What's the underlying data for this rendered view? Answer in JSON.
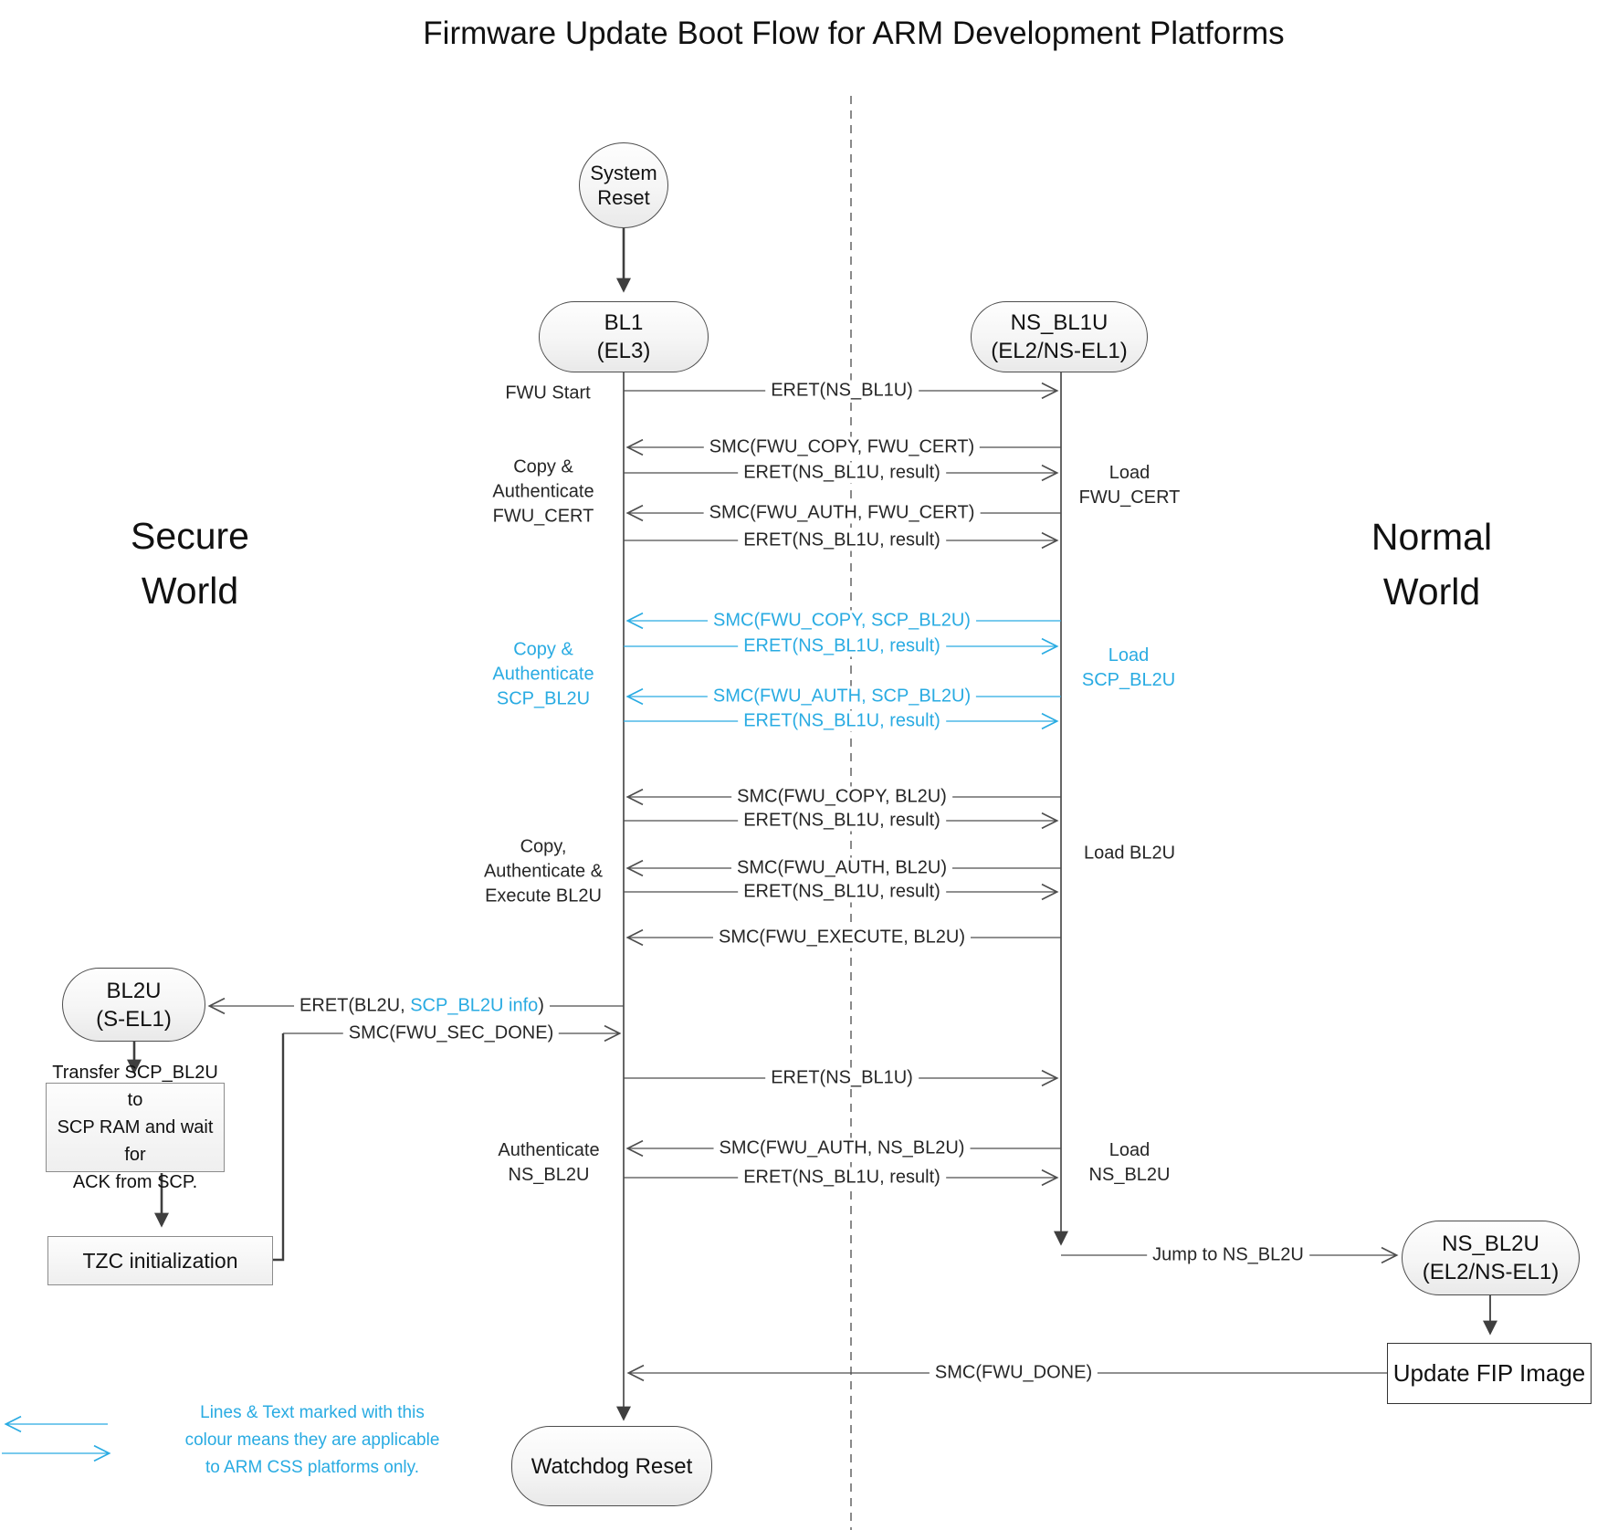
{
  "title": "Firmware Update Boot Flow for ARM Development Platforms",
  "colors": {
    "css_blue": "#29ABE2",
    "line_dark": "#4d4d4d"
  },
  "zones": {
    "secure": {
      "line1": "Secure",
      "line2": "World"
    },
    "normal": {
      "line1": "Normal",
      "line2": "World"
    }
  },
  "nodes": {
    "system_reset": {
      "line1": "System",
      "line2": "Reset"
    },
    "bl1": {
      "line1": "BL1",
      "line2": "(EL3)"
    },
    "ns_bl1u": {
      "line1": "NS_BL1U",
      "line2": "(EL2/NS-EL1)"
    },
    "bl2u": {
      "line1": "BL2U",
      "line2": "(S-EL1)"
    },
    "ns_bl2u": {
      "line1": "NS_BL2U",
      "line2": "(EL2/NS-EL1)"
    },
    "watchdog": {
      "label": "Watchdog Reset"
    },
    "transfer": {
      "line1": "Transfer SCP_BL2U to",
      "line2": "SCP RAM and wait for",
      "line3": "ACK from SCP."
    },
    "tzc": {
      "label": "TZC initialization"
    },
    "update_fip": {
      "label": "Update FIP Image"
    }
  },
  "messages": [
    {
      "label": "ERET(NS_BL1U)"
    },
    {
      "label": "SMC(FWU_COPY, FWU_CERT)"
    },
    {
      "label": "ERET(NS_BL1U, result)"
    },
    {
      "label": "SMC(FWU_AUTH, FWU_CERT)"
    },
    {
      "label": "ERET(NS_BL1U, result)"
    },
    {
      "label": "SMC(FWU_COPY, SCP_BL2U)"
    },
    {
      "label": "ERET(NS_BL1U, result)"
    },
    {
      "label": "SMC(FWU_AUTH, SCP_BL2U)"
    },
    {
      "label": "ERET(NS_BL1U, result)"
    },
    {
      "label": "SMC(FWU_COPY, BL2U)"
    },
    {
      "label": "ERET(NS_BL1U, result)"
    },
    {
      "label": "SMC(FWU_AUTH, BL2U)"
    },
    {
      "label": "ERET(NS_BL1U, result)"
    },
    {
      "label": "SMC(FWU_EXECUTE, BL2U)"
    },
    {
      "prefix": "ERET(BL2U, ",
      "blue_part": "SCP_BL2U info",
      "suffix": ")"
    },
    {
      "label": "SMC(FWU_SEC_DONE)"
    },
    {
      "label": "ERET(NS_BL1U)"
    },
    {
      "label": "SMC(FWU_AUTH, NS_BL2U)"
    },
    {
      "label": "ERET(NS_BL1U, result)"
    },
    {
      "label": "Jump to NS_BL2U"
    },
    {
      "label": "SMC(FWU_DONE)"
    }
  ],
  "side_labels": {
    "fwu_start": "FWU Start",
    "copy_auth_fwu_cert": {
      "line1": "Copy &",
      "line2": "Authenticate",
      "line3": "FWU_CERT"
    },
    "copy_auth_scp_bl2u": {
      "line1": "Copy &",
      "line2": "Authenticate",
      "line3": "SCP_BL2U"
    },
    "copy_auth_exec_bl2u": {
      "line1": "Copy,",
      "line2": "Authenticate &",
      "line3": "Execute BL2U"
    },
    "authenticate_ns_bl2u": {
      "line1": "Authenticate",
      "line2": "NS_BL2U"
    },
    "load_fwu_cert": {
      "line1": "Load",
      "line2": "FWU_CERT"
    },
    "load_scp_bl2u": {
      "line1": "Load",
      "line2": "SCP_BL2U"
    },
    "load_bl2u": "Load BL2U",
    "load_ns_bl2u": {
      "line1": "Load",
      "line2": "NS_BL2U"
    }
  },
  "legend": {
    "line1": "Lines & Text marked with this",
    "line2": "colour means they are applicable",
    "line3": "to ARM CSS platforms only."
  }
}
